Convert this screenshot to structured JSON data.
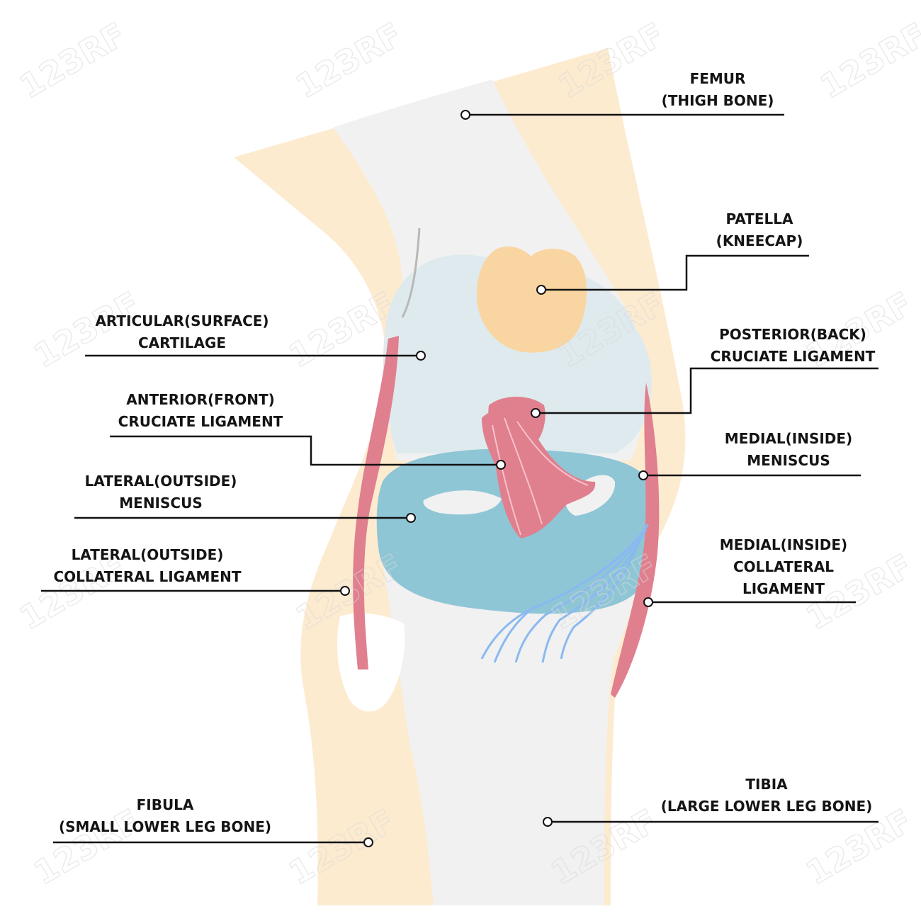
{
  "colors": {
    "skin": "#fdebd0",
    "bone": "#f1f1f1",
    "cartilage": "#dfeaee",
    "patella": "#f9d6a1",
    "meniscus": "#8fc6d6",
    "ligament": "#e07f8e",
    "tendon": "#8ab9f0",
    "line": "#111111"
  },
  "labels": [
    {
      "id": "femur",
      "lines": [
        "FEMUR",
        "(THIGH BONE)"
      ]
    },
    {
      "id": "patella",
      "lines": [
        "PATELLA",
        "(KNEECAP)"
      ]
    },
    {
      "id": "articular-cartilage",
      "lines": [
        "ARTICULAR(SURFACE)",
        "CARTILAGE"
      ]
    },
    {
      "id": "posterior-cruciate",
      "lines": [
        "POSTERIOR(BACK)",
        "CRUCIATE LIGAMENT"
      ]
    },
    {
      "id": "anterior-cruciate",
      "lines": [
        "ANTERIOR(FRONT)",
        "CRUCIATE LIGAMENT"
      ]
    },
    {
      "id": "medial-meniscus",
      "lines": [
        "MEDIAL(INSIDE)",
        "MENISCUS"
      ]
    },
    {
      "id": "lateral-meniscus",
      "lines": [
        "LATERAL(OUTSIDE)",
        "MENISCUS"
      ]
    },
    {
      "id": "lateral-collateral",
      "lines": [
        "LATERAL(OUTSIDE)",
        "COLLATERAL LIGAMENT"
      ]
    },
    {
      "id": "medial-collateral",
      "lines": [
        "MEDIAL(INSIDE)",
        "COLLATERAL",
        "LIGAMENT"
      ]
    },
    {
      "id": "fibula",
      "lines": [
        "FIBULA",
        "(SMALL LOWER LEG BONE)"
      ]
    },
    {
      "id": "tibia",
      "lines": [
        "TIBIA",
        "(LARGE LOWER LEG BONE)"
      ]
    }
  ],
  "watermark": "123RF"
}
